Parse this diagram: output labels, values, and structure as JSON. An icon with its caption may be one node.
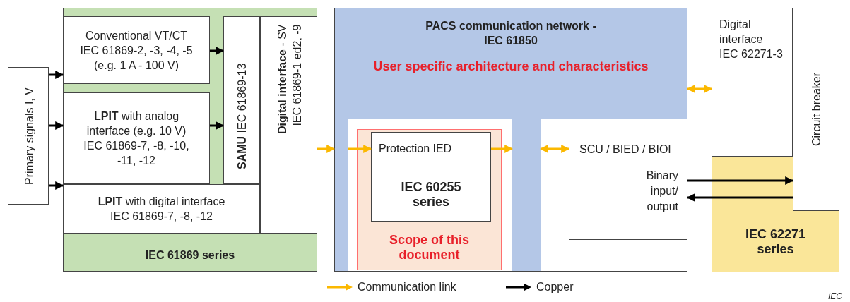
{
  "diagram": {
    "nodes": [
      {
        "text": [
          "Primary signals I, V"
        ]
      },
      {
        "text": [
          "IEC 61869 series"
        ]
      },
      {
        "text": [
          "Conventional VT/CT",
          "IEC 61869-2, -3, -4, -5 (e.g. 1 A - 100 V)"
        ],
        "in": 1
      },
      {
        "text": [
          "**LPIT** with analog interface (e.g. 10 V)",
          "IEC 61869-7, -8, -10, -11, -12"
        ],
        "in": 1
      },
      {
        "text": [
          "**SAMU** IEC 61869-13"
        ],
        "in": 1
      },
      {
        "text": [
          "**Digital interface** - SV",
          "IEC 61869-1 ed2, -9"
        ],
        "in": 1
      },
      {
        "text": [
          "**LPIT** with digital interface",
          "IEC 61869-7, -8, -12"
        ],
        "in": 1
      },
      {
        "text": [
          "PACS communication network - IEC 61850",
          "User specific architecture and characteristics"
        ]
      },
      {
        "text": [],
        "shape": "box",
        "in": 7
      },
      {
        "text": [
          "Scope of this document"
        ],
        "in": 8
      },
      {
        "text": [
          "Protection IED",
          "IEC 60255 series"
        ],
        "in": 9
      },
      {
        "text": [],
        "shape": "box",
        "in": 7
      },
      {
        "text": [
          "SCU / BIED / BIOI",
          "Binary input/ output"
        ],
        "in": 11
      },
      {
        "text": [
          "IEC 62271 series"
        ]
      },
      {
        "text": [
          "Digital interface IEC 62271-3"
        ],
        "in": 13
      },
      {
        "text": [
          "Circuit breaker"
        ],
        "in": 13
      }
    ],
    "edges": [
      {
        "from": 0,
        "to": 2,
        "arrow": "to"
      },
      {
        "from": 0,
        "to": 3,
        "arrow": "to"
      },
      {
        "from": 0,
        "to": 6,
        "arrow": "to"
      },
      {
        "from": 2,
        "to": 4,
        "arrow": "to"
      },
      {
        "from": 3,
        "to": 4,
        "arrow": "to"
      },
      {
        "from": 5,
        "to": 7,
        "arrow": "to",
        "color": "#fbb800"
      },
      {
        "from": 8,
        "to": 10,
        "arrow": "to",
        "color": "#fbb800"
      },
      {
        "from": 10,
        "to": 8,
        "arrow": "to",
        "color": "#fbb800"
      },
      {
        "from": 11,
        "to": 12,
        "arrow": "both",
        "color": "#fbb800"
      },
      {
        "from": 7,
        "to": 14,
        "arrow": "both",
        "color": "#fbb800"
      },
      {
        "from": 12,
        "to": 15,
        "arrow": "to"
      },
      {
        "from": 15,
        "to": 12,
        "arrow": "to"
      }
    ],
    "labels": [
      "IEC"
    ],
    "legend": [
      {
        "text": "Communication link"
      },
      {
        "text": "Copper"
      }
    ]
  }
}
